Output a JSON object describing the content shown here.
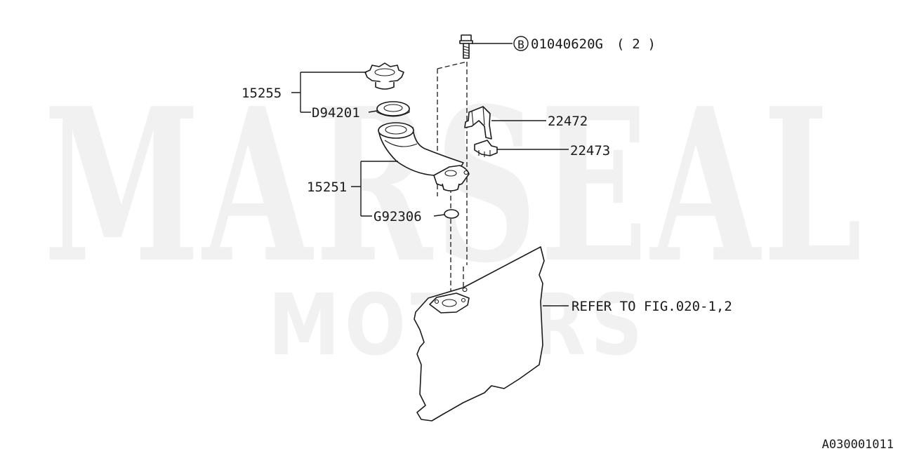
{
  "watermark": {
    "line1": "MARSEAL",
    "line2": "MOTORS"
  },
  "labels": {
    "bolt": "01040620G",
    "bolt_symbol": "B",
    "bolt_qty": "( 2 )",
    "cap": "15255",
    "gasket": "D94201",
    "filler_pipe": "15251",
    "o_ring": "G92306",
    "bracket": "22472",
    "clip": "22473",
    "refer": "REFER TO FIG.020-1,2"
  },
  "figure_id": "A030001011"
}
